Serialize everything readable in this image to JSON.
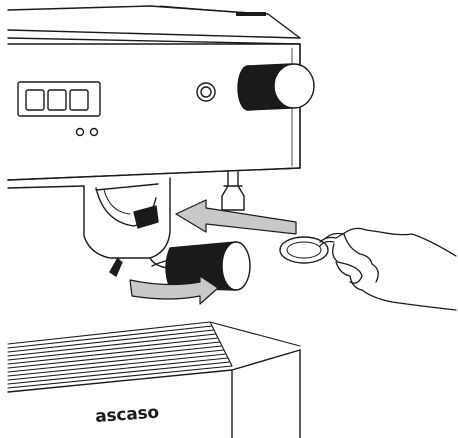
{
  "brand": {
    "logo_text": "ascaso"
  },
  "colors": {
    "line": "#1a1a1a",
    "knob_dark": "#1a1a1a",
    "arrow_fill": "#c8c8c8",
    "background": "#ffffff"
  },
  "parts": [
    "machine-body",
    "control-panel-buttons",
    "indicator-lights",
    "steam-knob",
    "group-head",
    "portafilter",
    "portafilter-handle",
    "coffee-pod",
    "drip-tray-grate",
    "machine-base"
  ],
  "arrows": [
    {
      "name": "insert-pod-arrow",
      "direction": "left"
    },
    {
      "name": "rotate-handle-arrow",
      "direction": "right"
    }
  ]
}
